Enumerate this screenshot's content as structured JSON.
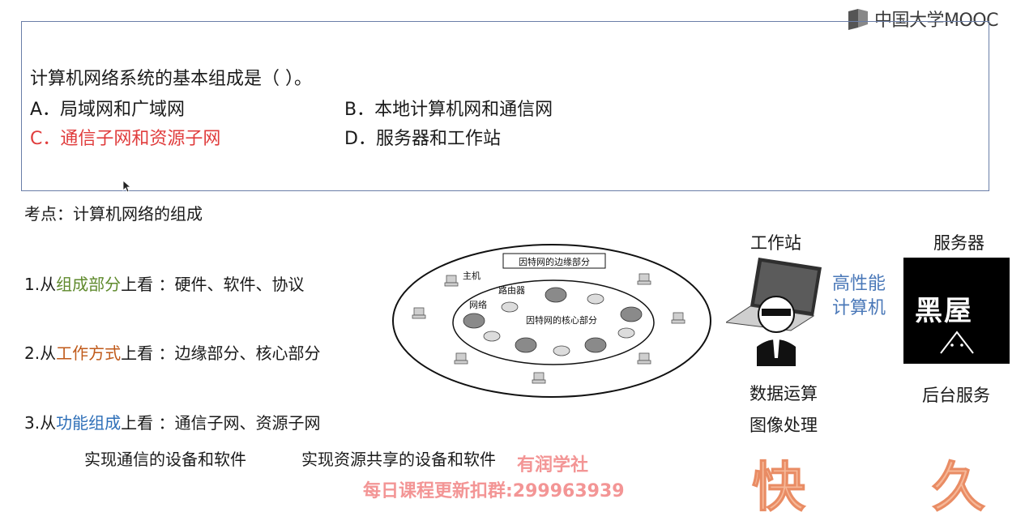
{
  "logo": {
    "text": "中国大学MOOC"
  },
  "question": {
    "stem": "计算机网络系统的基本组成是（          ）。",
    "options": [
      {
        "label": "A．局域网和广域网"
      },
      {
        "label": "B．本地计算机网和通信网"
      },
      {
        "label": "C．通信子网和资源子网"
      },
      {
        "label": "D．服务器和工作站"
      }
    ],
    "correct_color": "#e03c3c"
  },
  "point": {
    "label": "考点：计算机网络的组成"
  },
  "views": [
    {
      "prefix": "1.从",
      "keyword": "组成部分",
      "suffix": "上看  ：硬件、软件、协议",
      "color": "#5f8a2d"
    },
    {
      "prefix": "2.从",
      "keyword": "工作方式",
      "suffix": "上看  ：边缘部分、核心部分",
      "color": "#c05a1a"
    },
    {
      "prefix": "3.从",
      "keyword": "功能组成",
      "suffix": "上看  ：通信子网、资源子网",
      "color": "#2e6fb8"
    }
  ],
  "subnotes": {
    "comm": "实现通信的设备和软件",
    "res": "实现资源共享的设备和软件"
  },
  "diagram": {
    "edge_label": "因特网的边缘部分",
    "core_label": "因特网的核心部分",
    "host_label": "主机",
    "router_label": "路由器",
    "network_label": "网络"
  },
  "right": {
    "workstation": "工作站",
    "server": "服务器",
    "perf_line1": "高性能",
    "perf_line2": "计算机",
    "box_text": "黑屋",
    "ws_func1": "数据运算",
    "ws_func2": "图像处理",
    "srv_func": "后台服务",
    "fast": "快",
    "long": "久"
  },
  "watermark": {
    "line1": "有润学社",
    "line2": "每日课程更新扣群:299963939"
  },
  "icons": [
    "mooc-logo-icon",
    "host-icon",
    "router-icon",
    "cloud-network-icon",
    "workstation-user-icon",
    "mouse-cursor-icon"
  ]
}
